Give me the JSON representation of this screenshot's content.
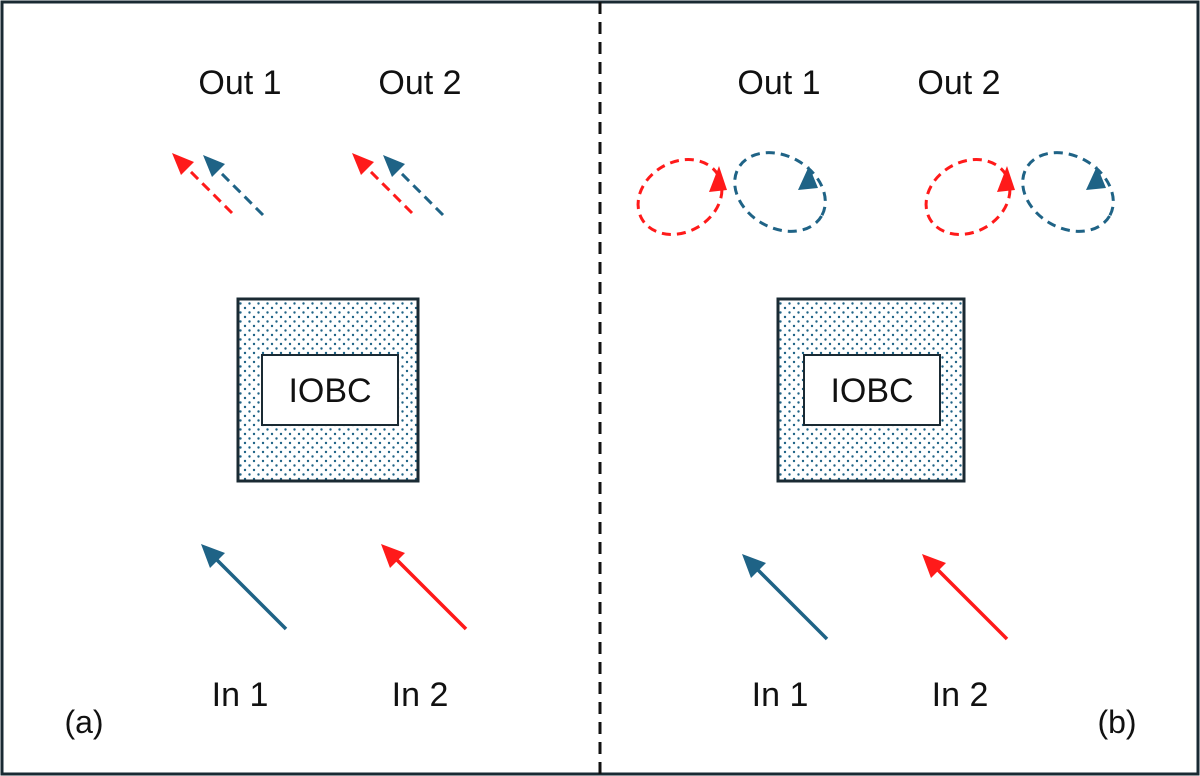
{
  "colors": {
    "red": "#ff1a1a",
    "teal": "#1f6386",
    "frame": "#1a2a33",
    "dot": "#1f6386"
  },
  "panel_a": {
    "tag": "(a)",
    "out1": "Out 1",
    "out2": "Out 2",
    "in1": "In 1",
    "in2": "In 2",
    "box": "IOBC",
    "output_polarization": "linear"
  },
  "panel_b": {
    "tag": "(b)",
    "out1": "Out 1",
    "out2": "Out 2",
    "in1": "In 1",
    "in2": "In 2",
    "box": "IOBC",
    "output_polarization": "elliptical"
  }
}
